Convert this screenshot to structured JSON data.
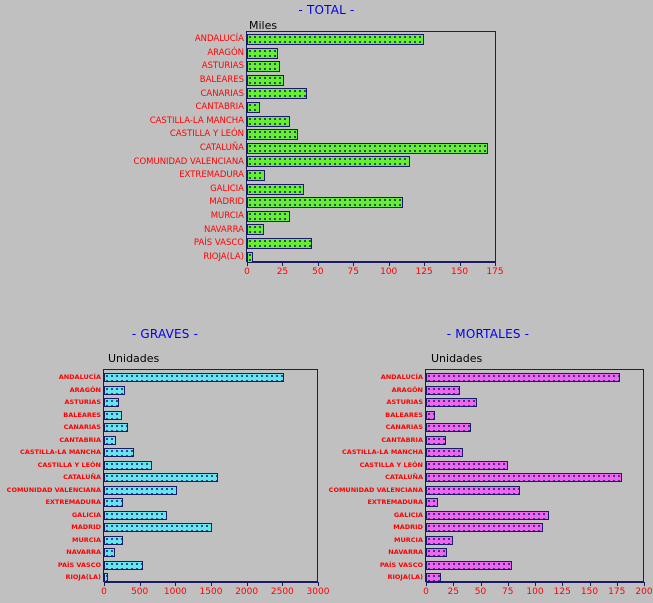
{
  "page": {
    "background_color": "#c0c0c0",
    "title_color": "#0000ee",
    "label_color": "#ff0000",
    "border_color": "#1a1a66"
  },
  "categories": [
    "ANDALUCÍA",
    "ARAGÓN",
    "ASTURIAS",
    "BALEARES",
    "CANARIAS",
    "CANTABRIA",
    "CASTILLA-LA MANCHA",
    "CASTILLA Y LEÓN",
    "CATALUÑA",
    "COMUNIDAD VALENCIANA",
    "EXTREMADURA",
    "GALICIA",
    "MADRID",
    "MURCIA",
    "NAVARRA",
    "PAÍS VASCO",
    "RIOJA(LA)"
  ],
  "charts": [
    {
      "id": "total",
      "title": "- TOTAL -",
      "unit_label": "Miles",
      "bar_color": "#66ee33",
      "bar_class": "green",
      "xlabel": "",
      "ylabel": "",
      "xlim": [
        0,
        175
      ],
      "xticks": [
        0,
        25,
        50,
        75,
        100,
        125,
        150,
        175
      ],
      "values": [
        125,
        22,
        23,
        26,
        42,
        9,
        30,
        36,
        170,
        115,
        13,
        40,
        110,
        30,
        12,
        46,
        4
      ]
    },
    {
      "id": "graves",
      "title": "- GRAVES -",
      "unit_label": "Unidades",
      "bar_color": "#66e5ee",
      "bar_class": "cyan",
      "xlabel": "",
      "ylabel": "",
      "xlim": [
        0,
        3000
      ],
      "xticks": [
        0,
        500,
        1000,
        1500,
        2000,
        2500,
        3000
      ],
      "values": [
        2530,
        290,
        210,
        250,
        340,
        170,
        420,
        670,
        1600,
        1020,
        270,
        890,
        1520,
        260,
        160,
        550,
        60
      ]
    },
    {
      "id": "mortales",
      "title": "- MORTALES -",
      "unit_label": "Unidades",
      "bar_color": "#ee66ee",
      "bar_class": "magenta",
      "xlabel": "",
      "ylabel": "",
      "xlim": [
        0,
        200
      ],
      "xticks": [
        0,
        25,
        50,
        75,
        100,
        125,
        150,
        175,
        200
      ],
      "values": [
        178,
        31,
        47,
        8,
        41,
        18,
        34,
        75,
        180,
        86,
        11,
        113,
        107,
        25,
        19,
        79,
        14
      ]
    }
  ],
  "chart_data": [
    {
      "type": "bar",
      "title": "- TOTAL -",
      "subtitle": "Miles",
      "xlabel": "Miles",
      "ylabel": "",
      "orientation": "horizontal",
      "grid": false,
      "legend": "none",
      "xlim": [
        0,
        175
      ],
      "xticks": [
        0,
        25,
        50,
        75,
        100,
        125,
        150,
        175
      ],
      "categories": [
        "ANDALUCÍA",
        "ARAGÓN",
        "ASTURIAS",
        "BALEARES",
        "CANARIAS",
        "CANTABRIA",
        "CASTILLA-LA MANCHA",
        "CASTILLA Y LEÓN",
        "CATALUÑA",
        "COMUNIDAD VALENCIANA",
        "EXTREMADURA",
        "GALICIA",
        "MADRID",
        "MURCIA",
        "NAVARRA",
        "PAÍS VASCO",
        "RIOJA(LA)"
      ],
      "values": [
        125,
        22,
        23,
        26,
        42,
        9,
        30,
        36,
        170,
        115,
        13,
        40,
        110,
        30,
        12,
        46,
        4
      ],
      "color": "#66ee33"
    },
    {
      "type": "bar",
      "title": "- GRAVES -",
      "subtitle": "Unidades",
      "xlabel": "Unidades",
      "ylabel": "",
      "orientation": "horizontal",
      "grid": false,
      "legend": "none",
      "xlim": [
        0,
        3000
      ],
      "xticks": [
        0,
        500,
        1000,
        1500,
        2000,
        2500,
        3000
      ],
      "categories": [
        "ANDALUCÍA",
        "ARAGÓN",
        "ASTURIAS",
        "BALEARES",
        "CANARIAS",
        "CANTABRIA",
        "CASTILLA-LA MANCHA",
        "CASTILLA Y LEÓN",
        "CATALUÑA",
        "COMUNIDAD VALENCIANA",
        "EXTREMADURA",
        "GALICIA",
        "MADRID",
        "MURCIA",
        "NAVARRA",
        "PAÍS VASCO",
        "RIOJA(LA)"
      ],
      "values": [
        2530,
        290,
        210,
        250,
        340,
        170,
        420,
        670,
        1600,
        1020,
        270,
        890,
        1520,
        260,
        160,
        550,
        60
      ],
      "color": "#66e5ee"
    },
    {
      "type": "bar",
      "title": "- MORTALES -",
      "subtitle": "Unidades",
      "xlabel": "Unidades",
      "ylabel": "",
      "orientation": "horizontal",
      "grid": false,
      "legend": "none",
      "xlim": [
        0,
        200
      ],
      "xticks": [
        0,
        25,
        50,
        75,
        100,
        125,
        150,
        175,
        200
      ],
      "categories": [
        "ANDALUCÍA",
        "ARAGÓN",
        "ASTURIAS",
        "BALEARES",
        "CANARIAS",
        "CANTABRIA",
        "CASTILLA-LA MANCHA",
        "CASTILLA Y LEÓN",
        "CATALUÑA",
        "COMUNIDAD VALENCIANA",
        "EXTREMADURA",
        "GALICIA",
        "MADRID",
        "MURCIA",
        "NAVARRA",
        "PAÍS VASCO",
        "RIOJA(LA)"
      ],
      "values": [
        178,
        31,
        47,
        8,
        41,
        18,
        34,
        75,
        180,
        86,
        11,
        113,
        107,
        25,
        19,
        79,
        14
      ],
      "color": "#ee66ee"
    }
  ]
}
